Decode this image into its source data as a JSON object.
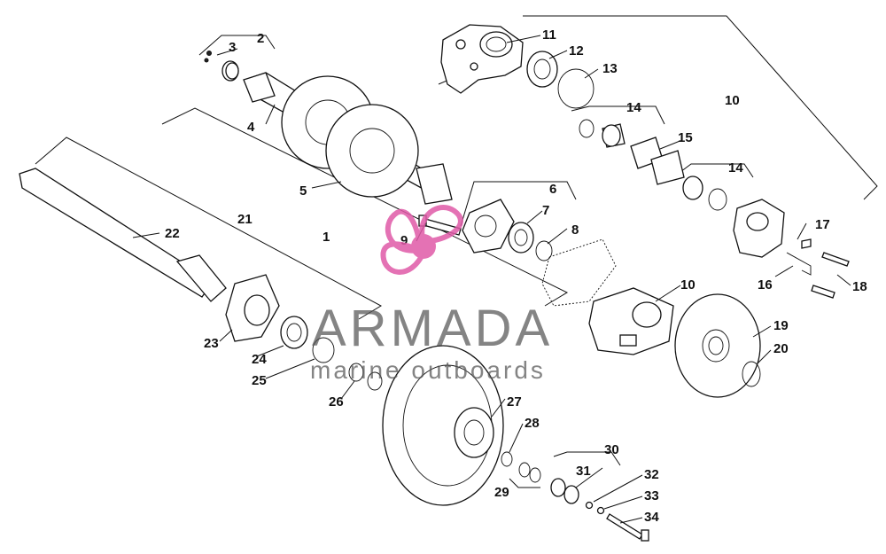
{
  "brand": {
    "name": "ARMADA",
    "tagline": "marine outboards",
    "color_accent": "#e05aa8",
    "color_text": "#555555"
  },
  "callouts": [
    {
      "id": "1",
      "label": "1"
    },
    {
      "id": "2",
      "label": "2"
    },
    {
      "id": "3",
      "label": "3"
    },
    {
      "id": "4",
      "label": "4"
    },
    {
      "id": "5",
      "label": "5"
    },
    {
      "id": "6",
      "label": "6"
    },
    {
      "id": "7",
      "label": "7"
    },
    {
      "id": "8",
      "label": "8"
    },
    {
      "id": "9",
      "label": "9"
    },
    {
      "id": "10a",
      "label": "10"
    },
    {
      "id": "10b",
      "label": "10"
    },
    {
      "id": "11",
      "label": "11"
    },
    {
      "id": "12",
      "label": "12"
    },
    {
      "id": "13",
      "label": "13"
    },
    {
      "id": "14a",
      "label": "14"
    },
    {
      "id": "14b",
      "label": "14"
    },
    {
      "id": "15",
      "label": "15"
    },
    {
      "id": "16",
      "label": "16"
    },
    {
      "id": "17",
      "label": "17"
    },
    {
      "id": "18",
      "label": "18"
    },
    {
      "id": "19",
      "label": "19"
    },
    {
      "id": "20",
      "label": "20"
    },
    {
      "id": "21",
      "label": "21"
    },
    {
      "id": "22",
      "label": "22"
    },
    {
      "id": "23",
      "label": "23"
    },
    {
      "id": "24",
      "label": "24"
    },
    {
      "id": "25",
      "label": "25"
    },
    {
      "id": "26",
      "label": "26"
    },
    {
      "id": "27",
      "label": "27"
    },
    {
      "id": "28",
      "label": "28"
    },
    {
      "id": "29",
      "label": "29"
    },
    {
      "id": "30",
      "label": "30"
    },
    {
      "id": "31",
      "label": "31"
    },
    {
      "id": "32",
      "label": "32"
    },
    {
      "id": "33",
      "label": "33"
    },
    {
      "id": "34",
      "label": "34"
    }
  ]
}
